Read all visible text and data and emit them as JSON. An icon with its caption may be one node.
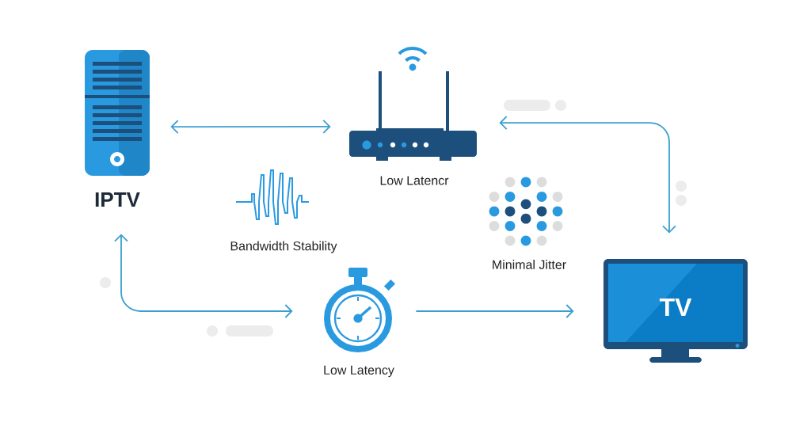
{
  "diagram": {
    "nodes": [
      {
        "text": [
          "IPTV"
        ]
      },
      {
        "text": [
          "Low Latencr"
        ]
      },
      {
        "text": [
          "Bandwidth Stability"
        ]
      },
      {
        "text": [
          "Minimal Jitter"
        ]
      },
      {
        "text": [
          "Low Latency"
        ]
      },
      {
        "text": [
          "TV"
        ]
      }
    ],
    "edges": [
      {
        "from": 0,
        "to": 1,
        "arrow": "both"
      },
      {
        "from": 1,
        "to": 5,
        "arrow": "both"
      },
      {
        "from": 0,
        "to": 4,
        "arrow": "both"
      },
      {
        "from": 4,
        "to": 5,
        "arrow": "to"
      }
    ]
  }
}
